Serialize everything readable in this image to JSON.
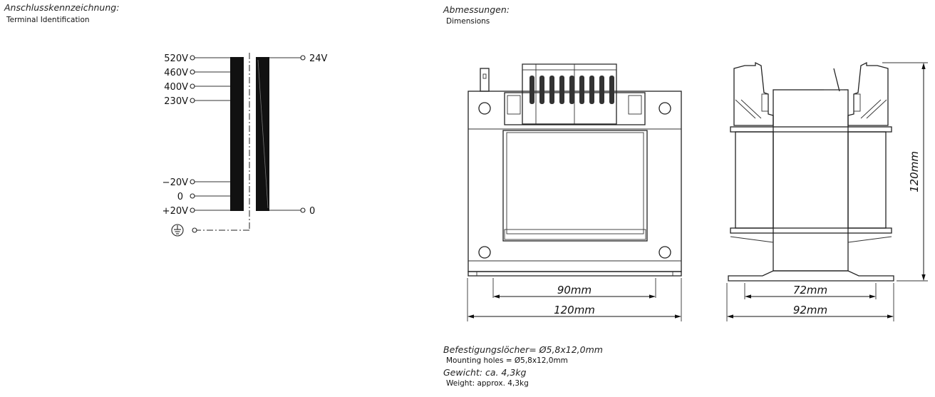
{
  "terminal_section": {
    "title_de": "Anschlusskennzeichnung:",
    "title_en": "Terminal Identification",
    "primary_taps": [
      "520V",
      "460V",
      "400V",
      "230V",
      "−20V",
      "0",
      "+20V"
    ],
    "secondary_taps": [
      "24V",
      "0"
    ],
    "earth_symbol": "protective-earth-icon"
  },
  "dimensions_section": {
    "title_de": "Abmessungen:",
    "title_en": "Dimensions",
    "front_view": {
      "hole_spacing": "90mm",
      "overall_width": "120mm"
    },
    "side_view": {
      "hole_spacing": "72mm",
      "overall_depth": "92mm",
      "height": "120mm"
    }
  },
  "notes": {
    "mounting_de": "Befestigungslöcher= Ø5,8x12,0mm",
    "mounting_en": "Mounting  holes  =  Ø5,8x12,0mm",
    "weight_de": "Gewicht: ca. 4,3kg",
    "weight_en": "Weight:  approx.  4,3kg"
  }
}
